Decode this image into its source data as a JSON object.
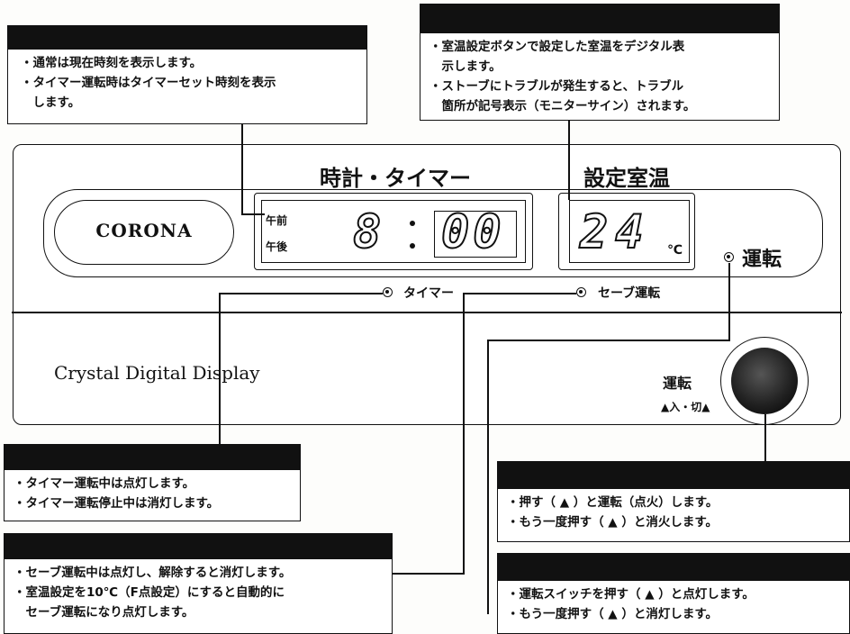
{
  "callouts": {
    "clock": {
      "lines": [
        "・通常は現在時刻を表示します。",
        "・タイマー運転時はタイマーセット時刻を表示",
        "　します。"
      ]
    },
    "temp": {
      "lines": [
        "・室温設定ボタンで設定した室温をデジタル表",
        "　示します。",
        "・ストーブにトラブルが発生すると、トラブル",
        "　箇所が記号表示（モニターサイン）されます。"
      ]
    },
    "timer_lamp": {
      "lines": [
        "・タイマー運転中は点灯します。",
        "・タイマー運転停止中は消灯します。"
      ]
    },
    "save_lamp": {
      "lines": [
        "・セーブ運転中は点灯し、解除すると消灯します。",
        "・室温設定を10℃（F点設定）にすると自動的に",
        "　セーブ運転になり点灯します。"
      ]
    },
    "run_button": {
      "lines": [
        "・押す（ ▲ ）と運転（点火）します。",
        "・もう一度押す（ ▲ ）と消火します。"
      ]
    },
    "run_lamp": {
      "lines": [
        "・運転スイッチを押す（ ▲ ）と点灯します。",
        "・もう一度押す（ ▲ ）と消灯します。"
      ]
    }
  },
  "panel": {
    "brand": "CORONA",
    "clock_heading": "時計・タイマー",
    "temp_heading": "設定室温",
    "am_label": "午前",
    "pm_label": "午後",
    "hour_digits": "8",
    "minute_digits": "00",
    "temp_digits": "24",
    "temp_unit": "℃",
    "run_lamp_label": "運転",
    "timer_lamp_label": "タイマー",
    "save_lamp_label": "セーブ運転",
    "footer_text": "Crystal Digital Display",
    "run_button_label": "運転",
    "on_off_label": "▲入・切▲"
  }
}
